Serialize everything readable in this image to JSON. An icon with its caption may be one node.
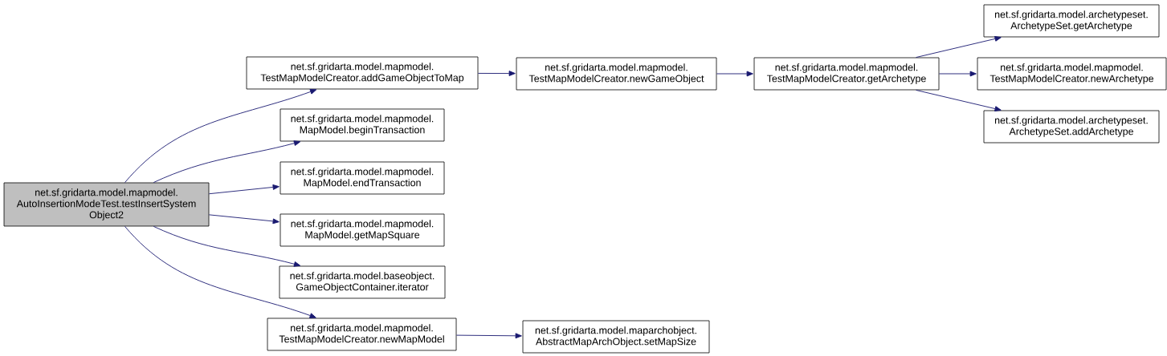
{
  "diagram": {
    "nodes": [
      {
        "text": [
          "net.sf.gridarta.model.mapmodel. AutoInsertionModeTest.testInsertSystem Object2"
        ]
      },
      {
        "text": [
          "net.sf.gridarta.model.mapmodel. TestMapModelCreator.addGameObjectToMap"
        ]
      },
      {
        "text": [
          "net.sf.gridarta.model.mapmodel. MapModel.beginTransaction"
        ]
      },
      {
        "text": [
          "net.sf.gridarta.model.mapmodel. MapModel.endTransaction"
        ]
      },
      {
        "text": [
          "net.sf.gridarta.model.mapmodel. MapModel.getMapSquare"
        ]
      },
      {
        "text": [
          "net.sf.gridarta.model.baseobject. GameObjectContainer.iterator"
        ]
      },
      {
        "text": [
          "net.sf.gridarta.model.mapmodel. TestMapModelCreator.newMapModel"
        ]
      },
      {
        "text": [
          "net.sf.gridarta.model.mapmodel. TestMapModelCreator.newGameObject"
        ]
      },
      {
        "text": [
          "net.sf.gridarta.model.mapmodel. TestMapModelCreator.getArchetype"
        ]
      },
      {
        "text": [
          "net.sf.gridarta.model.archetypeset. ArchetypeSet.getArchetype"
        ]
      },
      {
        "text": [
          "net.sf.gridarta.model.mapmodel. TestMapModelCreator.newArchetype"
        ]
      },
      {
        "text": [
          "net.sf.gridarta.model.archetypeset. ArchetypeSet.addArchetype"
        ]
      },
      {
        "text": [
          "net.sf.gridarta.model.maparchobject. AbstractMapArchObject.setMapSize"
        ]
      }
    ],
    "edges": [
      {
        "from": 0,
        "to": 1,
        "arrow": "to"
      },
      {
        "from": 0,
        "to": 2,
        "arrow": "to"
      },
      {
        "from": 0,
        "to": 3,
        "arrow": "to"
      },
      {
        "from": 0,
        "to": 4,
        "arrow": "to"
      },
      {
        "from": 0,
        "to": 5,
        "arrow": "to"
      },
      {
        "from": 0,
        "to": 6,
        "arrow": "to"
      },
      {
        "from": 1,
        "to": 7,
        "arrow": "to"
      },
      {
        "from": 7,
        "to": 8,
        "arrow": "to"
      },
      {
        "from": 8,
        "to": 9,
        "arrow": "to"
      },
      {
        "from": 8,
        "to": 10,
        "arrow": "to"
      },
      {
        "from": 8,
        "to": 11,
        "arrow": "to"
      },
      {
        "from": 6,
        "to": 12,
        "arrow": "to"
      }
    ]
  }
}
